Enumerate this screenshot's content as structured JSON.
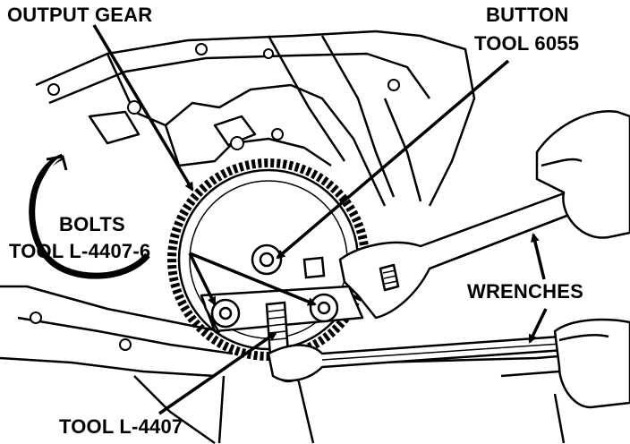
{
  "labels": {
    "output_gear": "OUTPUT GEAR",
    "button_line1": "BUTTON",
    "button_line2": "TOOL 6055",
    "bolts": "BOLTS",
    "tool_l4407_6": "TOOL L-4407-6",
    "wrenches": "WRENCHES",
    "tool_l4407": "TOOL L-4407"
  },
  "colors": {
    "ink": "#000000",
    "paper": "#ffffff"
  }
}
